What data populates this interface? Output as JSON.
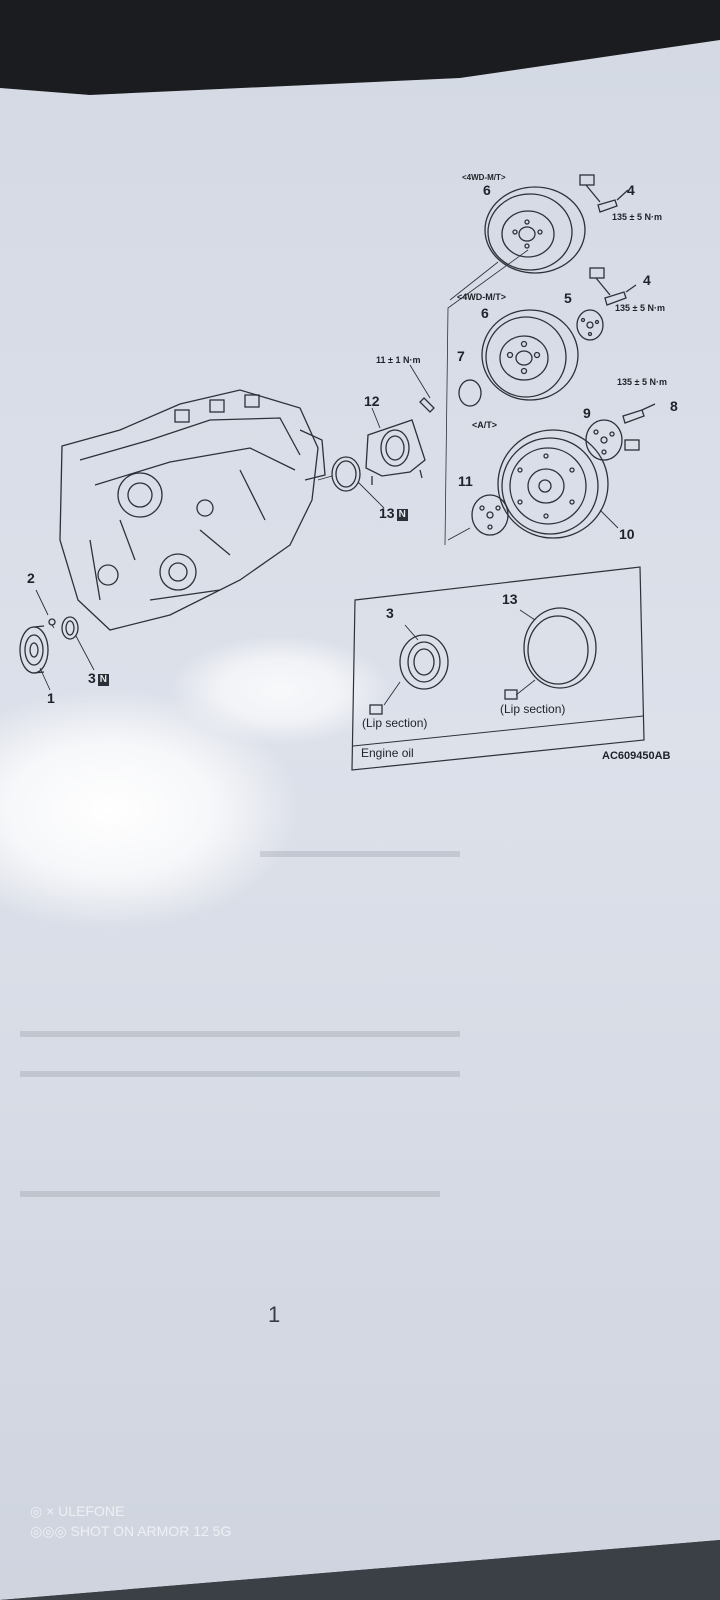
{
  "photo": {
    "subject": "printed service manual page photographed on a dark surface",
    "colors": {
      "background": "#2a2b2e",
      "paper": "#d6dbe6",
      "ink": "#1f2228"
    }
  },
  "diagram": {
    "variant_4wd_mt_top": "<4WD-M/T>",
    "variant_4wd_mt": "<4WD-M/T>",
    "variant_at": "<A/T>",
    "torque_135": "135 ± 5 N·m",
    "torque_135_b": "135 ± 5 N·m",
    "torque_135_c": "135 ± 5 N·m",
    "torque_11": "11 ± 1 N·m",
    "parts": {
      "p1": "1",
      "p2": "2",
      "p3": "3",
      "p4": "4",
      "p4b": "4",
      "p5": "5",
      "p6": "6",
      "p6b": "6",
      "p7": "7",
      "p8": "8",
      "p9": "9",
      "p10": "10",
      "p11": "11",
      "p12": "12",
      "p13": "13"
    },
    "badge_n": "N",
    "inset": {
      "part_3": "3",
      "part_13": "13",
      "lip_section_1": "(Lip section)",
      "lip_section_2": "(Lip section)",
      "legend": "Engine oil"
    },
    "figure_code": "AC609450AB"
  },
  "page_number": "1",
  "camera_watermark": {
    "line1": "ULEFONE",
    "line2": "SHOT ON ARMOR 12 5G"
  }
}
